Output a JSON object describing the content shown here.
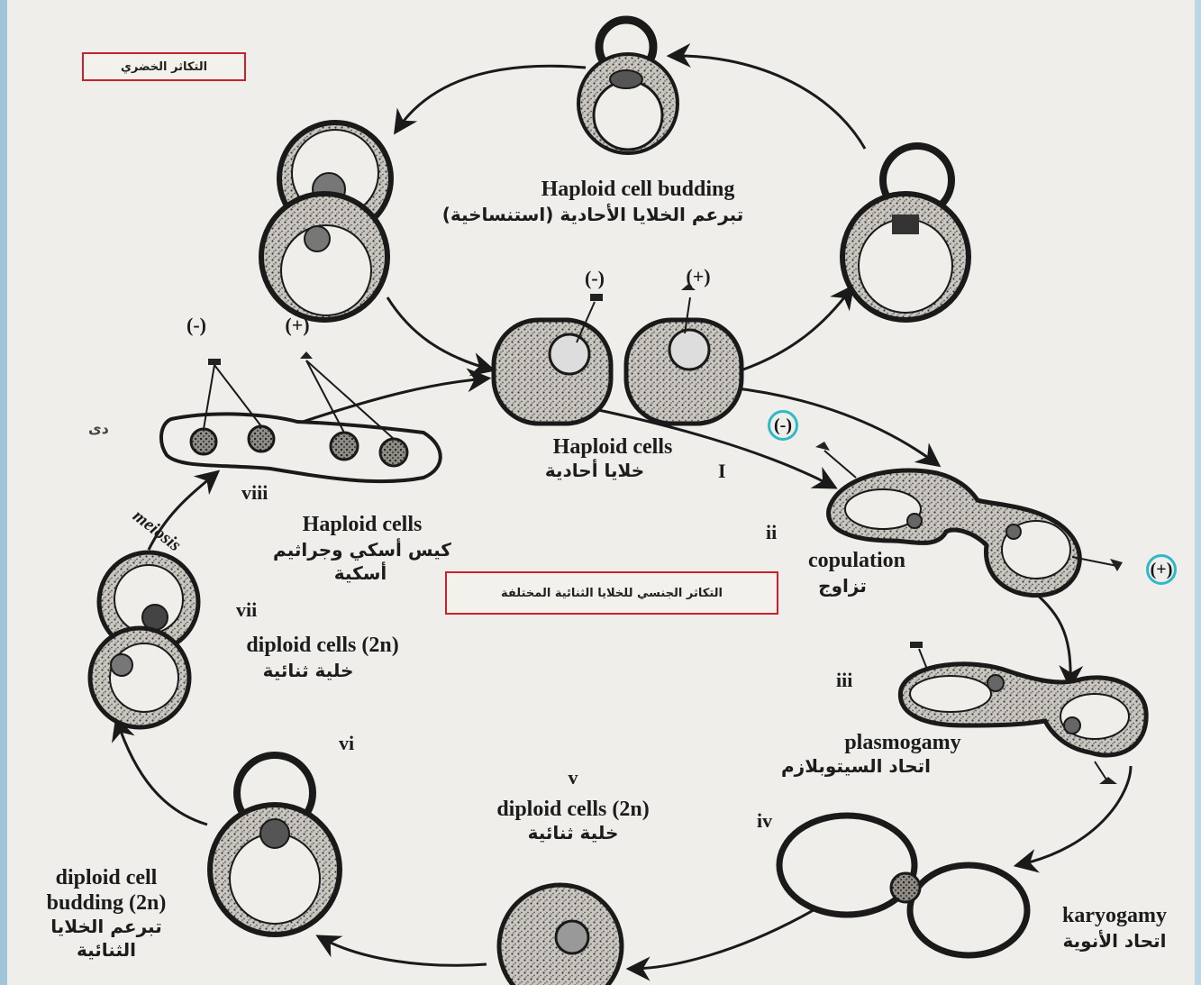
{
  "boxes": {
    "asexual": "التكاثر الخضري",
    "sexual": "التكاثر الجنسي للخلايا الثنائية المختلفة"
  },
  "labels": {
    "haploid_budding_en": "Haploid cell budding",
    "haploid_budding_ar": "تبرعم الخلايا الأحادية (استنساخية)",
    "mating_minus_top": "(-)",
    "mating_plus_top": "(+)",
    "mating_minus_left": "(-)",
    "mating_plus_left": "(+)",
    "circled_minus": "(-)",
    "circled_plus": "(+)",
    "haploid_cells_center_en": "Haploid cells",
    "haploid_cells_center_ar": "خلايا أحادية",
    "stage_i": "I",
    "stage_ii": "ii",
    "copulation_en": "copulation",
    "copulation_ar": "تزاوج",
    "stage_iii": "iii",
    "plasmogamy_en": "plasmogamy",
    "plasmogamy_ar": "اتحاد السيتوبلازم",
    "stage_iv": "iv",
    "karyogamy_en": "karyogamy",
    "karyogamy_ar": "اتحاد الأنوية",
    "stage_v": "v",
    "diploid_cells_center_en": "diploid cells (2n)",
    "diploid_cells_center_ar": "خلية ثنائية",
    "stage_vi": "vi",
    "diploid_budding_en_1": "diploid cell",
    "diploid_budding_en_2": "budding (2n)",
    "diploid_budding_ar_1": "تبرعم الخلايا",
    "diploid_budding_ar_2": "الثنائية",
    "stage_vii": "vii",
    "diploid_cells_left_en": "diploid cells (2n)",
    "diploid_cells_left_ar": "خلية ثنائية",
    "meiosis": "meiosis",
    "stage_viii": "viii",
    "haploid_cells_left_en": "Haploid cells",
    "haploid_cells_left_ar_1": "كيس أسكي وجراثيم",
    "haploid_cells_left_ar_2": "أسكية",
    "margin_mark": "دى"
  }
}
